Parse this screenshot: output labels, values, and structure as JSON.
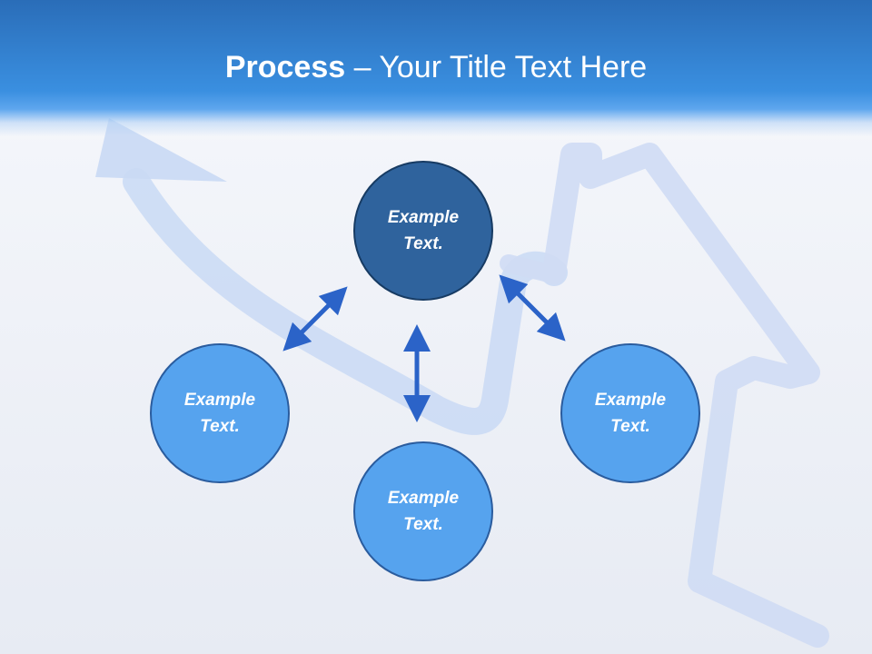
{
  "title": {
    "bold": "Process",
    "rest": " – Your Title Text Here"
  },
  "nodes": {
    "top": "Example Text.",
    "left": "Example Text.",
    "right": "Example Text.",
    "bottom": "Example Text."
  },
  "colors": {
    "header": "#2f80d8",
    "node_light": "#56a3ee",
    "node_dark": "#2f639d",
    "arrow": "#2b63c8"
  }
}
